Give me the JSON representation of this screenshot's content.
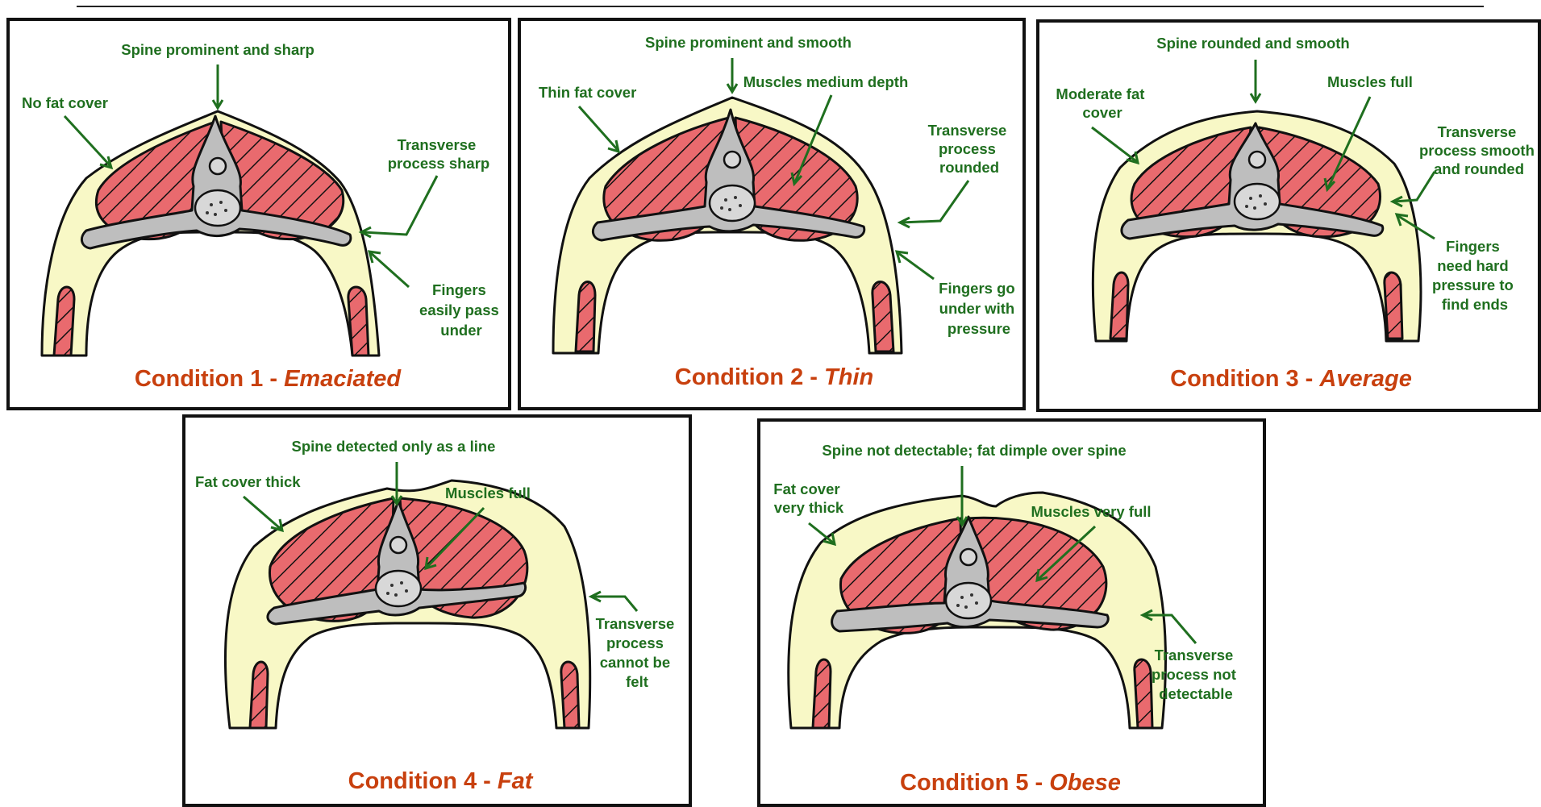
{
  "panels": [
    {
      "title_prefix": "Condition 1 - ",
      "title_italic": "Emaciated",
      "labels": {
        "spine": "Spine prominent and sharp",
        "fat": "No fat cover",
        "transverse": [
          "Transverse",
          "process sharp"
        ],
        "fingers": [
          "Fingers",
          "easily pass",
          "under"
        ]
      }
    },
    {
      "title_prefix": "Condition 2 - ",
      "title_italic": "Thin",
      "labels": {
        "spine": "Spine prominent and smooth",
        "fat": "Thin fat cover",
        "muscles": "Muscles medium depth",
        "transverse": [
          "Transverse",
          "process",
          "rounded"
        ],
        "fingers": [
          "Fingers go",
          "under with",
          "pressure"
        ]
      }
    },
    {
      "title_prefix": "Condition 3 - ",
      "title_italic": "Average",
      "labels": {
        "spine": "Spine rounded and smooth",
        "fat": [
          "Moderate fat",
          "cover"
        ],
        "muscles": "Muscles full",
        "transverse": [
          "Transverse",
          "process smooth",
          "and rounded"
        ],
        "fingers": [
          "Fingers",
          "need hard",
          "pressure to",
          "find ends"
        ]
      }
    },
    {
      "title_prefix": "Condition 4 - ",
      "title_italic": "Fat",
      "labels": {
        "spine": "Spine detected only as a line",
        "fat": "Fat cover thick",
        "muscles": "Muscles full",
        "transverse": [
          "Transverse",
          "process",
          "cannot be",
          "felt"
        ]
      }
    },
    {
      "title_prefix": "Condition 5 - ",
      "title_italic": "Obese",
      "labels": {
        "spine": "Spine not detectable; fat dimple over spine",
        "fat": [
          "Fat cover",
          "very thick"
        ],
        "muscles": "Muscles very full",
        "transverse": [
          "Transverse",
          "process not",
          "detectable"
        ]
      }
    }
  ]
}
